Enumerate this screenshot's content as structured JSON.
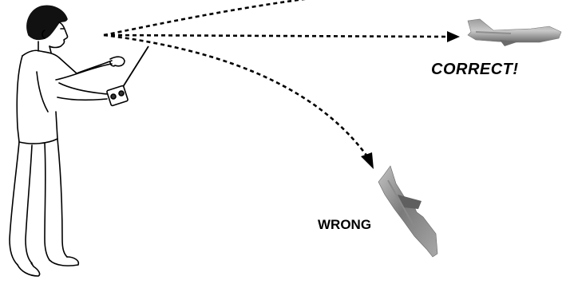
{
  "labels": {
    "correct": "CORRECT!",
    "wrong": "WRONG"
  },
  "colors": {
    "ink": "#000000",
    "plane_light": "#b5b5b5",
    "plane_dark": "#5e5e5e",
    "background": "#ffffff"
  },
  "icons": [
    "pilot-figure",
    "transmitter-icon",
    "airplane-icon"
  ]
}
